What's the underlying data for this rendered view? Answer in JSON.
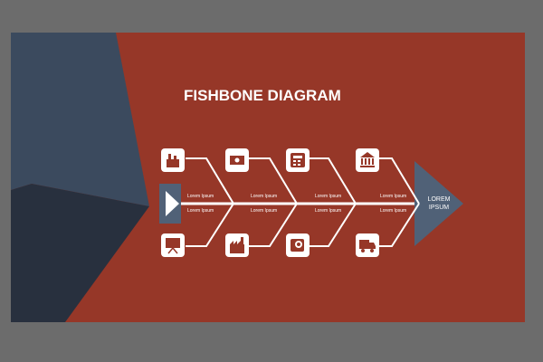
{
  "slide": {
    "title": "FISHBONE DIAGRAM",
    "head_label_line1": "LOREM",
    "head_label_line2": "IPSUM",
    "bone_labels": [
      {
        "top": "Lorem Ipsum",
        "bottom": "Lorem Ipsum"
      },
      {
        "top": "Lorem Ipsum",
        "bottom": "Lorem Ipsum"
      },
      {
        "top": "Lorem Ipsum",
        "bottom": "Lorem Ipsum"
      },
      {
        "top": "Lorem Ipsum",
        "bottom": "Lorem Ipsum"
      }
    ],
    "top_icons": [
      "building-icon",
      "cash-icon",
      "calculator-icon",
      "bank-icon"
    ],
    "bottom_icons": [
      "presentation-board-icon",
      "factory-icon",
      "globe-box-icon",
      "truck-icon"
    ]
  },
  "colors": {
    "frame": "#6c6c6c",
    "slide_bg": "#963728",
    "dark_slate": "#3b4a5e",
    "darker_slate": "#28303e",
    "head": "#506177",
    "white": "#ffffff"
  }
}
